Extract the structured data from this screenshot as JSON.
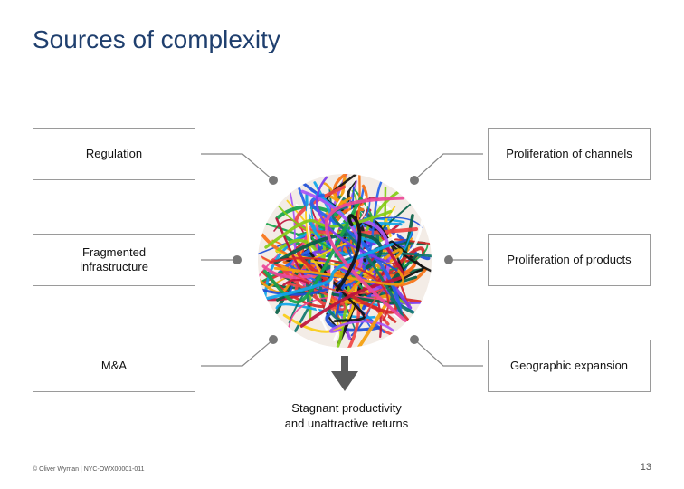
{
  "title": "Sources of complexity",
  "left_boxes": [
    {
      "label": "Regulation"
    },
    {
      "label": "Fragmented infrastructure"
    },
    {
      "label": "M&A"
    }
  ],
  "right_boxes": [
    {
      "label": "Proliferation of channels"
    },
    {
      "label": "Proliferation of products"
    },
    {
      "label": "Geographic expansion"
    }
  ],
  "center_image": "tangled-yarn-ball",
  "result": {
    "line1": "Stagnant productivity",
    "line2": "and unattractive returns"
  },
  "footer": "© Oliver Wyman | NYC-OWX00001-011",
  "page_number": "13",
  "colors": {
    "title": "#1f3f6e",
    "connector": "#888888",
    "arrow": "#5a5a5a"
  }
}
